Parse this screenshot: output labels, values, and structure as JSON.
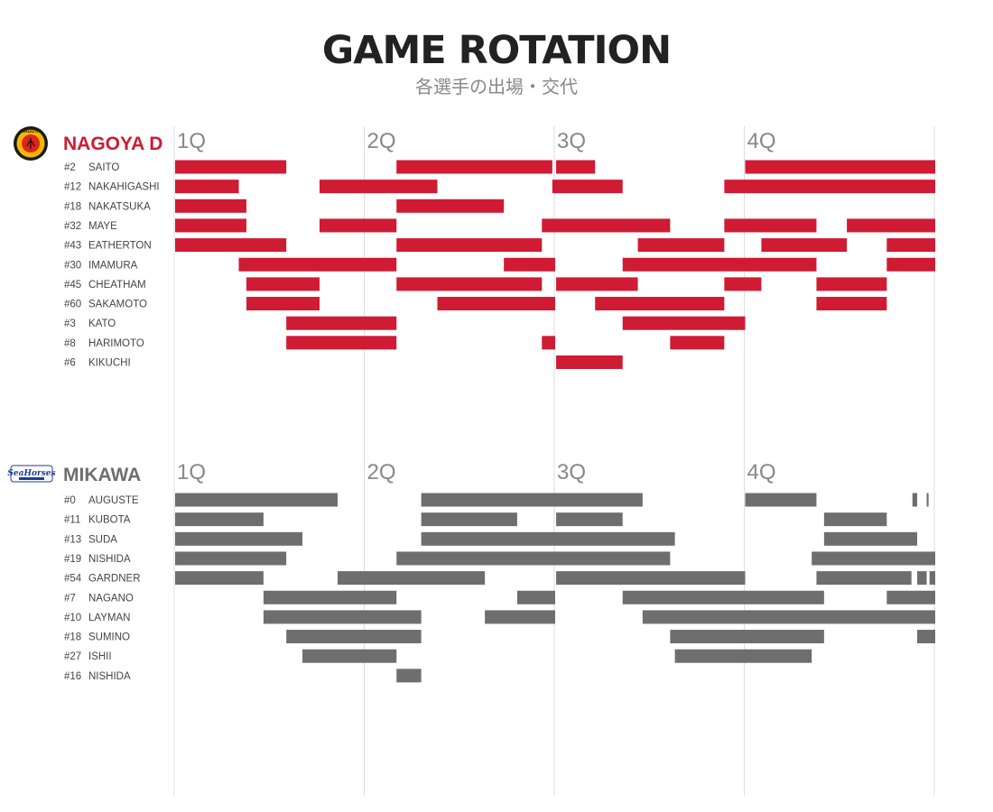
{
  "title": "GAME ROTATION",
  "subtitle": "各選手の出場・交代",
  "colors": {
    "nagoya": "#cf1b33",
    "mikawa": "#6e6e6e",
    "grid": "#dddddd"
  },
  "teams": [
    {
      "name": "NAGOYA D",
      "logo_text": "NAGOYA",
      "logo_icon": "nagoya-diamond-dolphins-logo"
    },
    {
      "name": "MIKAWA",
      "logo_text": "SeaHorses",
      "logo_icon": "seahorses-mikawa-logo"
    }
  ],
  "chart_data": {
    "type": "gantt",
    "x_unit": "game minutes",
    "xlim": [
      0,
      40
    ],
    "quarters": [
      "1Q",
      "2Q",
      "3Q",
      "4Q"
    ],
    "quarter_starts": [
      0,
      10,
      20,
      30
    ],
    "teams": [
      {
        "team": "NAGOYA D",
        "color": "#cf1b33",
        "players": [
          {
            "num": "#2",
            "name": "SAITO",
            "stints": [
              [
                0,
                5.85
              ],
              [
                11.65,
                19.85
              ],
              [
                20.05,
                22.1
              ],
              [
                30,
                40
              ]
            ]
          },
          {
            "num": "#12",
            "name": "NAKAHIGASHI",
            "stints": [
              [
                0,
                3.35
              ],
              [
                7.6,
                13.8
              ],
              [
                19.85,
                23.55
              ],
              [
                28.9,
                40
              ]
            ]
          },
          {
            "num": "#18",
            "name": "NAKATSUKA",
            "stints": [
              [
                0,
                3.75
              ],
              [
                11.65,
                17.3
              ]
            ]
          },
          {
            "num": "#32",
            "name": "MAYE",
            "stints": [
              [
                0,
                3.75
              ],
              [
                7.6,
                11.65
              ],
              [
                19.3,
                26.05
              ],
              [
                28.9,
                33.75
              ],
              [
                35.35,
                40
              ]
            ]
          },
          {
            "num": "#43",
            "name": "EATHERTON",
            "stints": [
              [
                0,
                5.85
              ],
              [
                11.65,
                19.3
              ],
              [
                24.35,
                28.9
              ],
              [
                30.85,
                35.35
              ],
              [
                37.45,
                40
              ]
            ]
          },
          {
            "num": "#30",
            "name": "IMAMURA",
            "stints": [
              [
                3.35,
                11.65
              ],
              [
                17.3,
                20
              ],
              [
                23.55,
                33.75
              ],
              [
                37.45,
                40
              ]
            ]
          },
          {
            "num": "#45",
            "name": "CHEATHAM",
            "stints": [
              [
                3.75,
                7.6
              ],
              [
                11.65,
                19.3
              ],
              [
                20.05,
                24.35
              ],
              [
                28.9,
                30.85
              ],
              [
                33.75,
                37.45
              ]
            ]
          },
          {
            "num": "#60",
            "name": "SAKAMOTO",
            "stints": [
              [
                3.75,
                7.6
              ],
              [
                13.8,
                20
              ],
              [
                22.1,
                28.9
              ],
              [
                33.75,
                37.45
              ]
            ]
          },
          {
            "num": "#3",
            "name": "KATO",
            "stints": [
              [
                5.85,
                11.65
              ],
              [
                23.55,
                30
              ]
            ]
          },
          {
            "num": "#8",
            "name": "HARIMOTO",
            "stints": [
              [
                5.85,
                11.65
              ],
              [
                19.3,
                20
              ],
              [
                26.05,
                28.9
              ]
            ]
          },
          {
            "num": "#6",
            "name": "KIKUCHI",
            "stints": [
              [
                20.05,
                23.55
              ]
            ]
          }
        ]
      },
      {
        "team": "MIKAWA",
        "color": "#6e6e6e",
        "players": [
          {
            "num": "#0",
            "name": "AUGUSTE",
            "stints": [
              [
                0,
                8.55
              ],
              [
                12.95,
                24.6
              ],
              [
                30,
                33.75
              ],
              [
                38.8,
                39.05
              ],
              [
                39.55,
                39.65
              ]
            ]
          },
          {
            "num": "#11",
            "name": "KUBOTA",
            "stints": [
              [
                0,
                4.65
              ],
              [
                12.95,
                18
              ],
              [
                20.05,
                23.55
              ],
              [
                34.15,
                37.45
              ]
            ]
          },
          {
            "num": "#13",
            "name": "SUDA",
            "stints": [
              [
                0,
                6.7
              ],
              [
                12.95,
                26.3
              ],
              [
                34.15,
                39.05
              ]
            ]
          },
          {
            "num": "#19",
            "name": "NISHIDA",
            "stints": [
              [
                0,
                5.85
              ],
              [
                11.65,
                26.05
              ],
              [
                33.5,
                40
              ]
            ]
          },
          {
            "num": "#54",
            "name": "GARDNER",
            "stints": [
              [
                0,
                4.65
              ],
              [
                8.55,
                16.3
              ],
              [
                20.05,
                30
              ],
              [
                33.75,
                38.75
              ],
              [
                39.05,
                39.55
              ],
              [
                39.7,
                40
              ]
            ]
          },
          {
            "num": "#7",
            "name": "NAGANO",
            "stints": [
              [
                4.65,
                11.65
              ],
              [
                18,
                20
              ],
              [
                23.55,
                34.15
              ],
              [
                37.45,
                40
              ]
            ]
          },
          {
            "num": "#10",
            "name": "LAYMAN",
            "stints": [
              [
                4.65,
                12.95
              ],
              [
                16.3,
                20
              ],
              [
                24.6,
                40
              ]
            ]
          },
          {
            "num": "#18",
            "name": "SUMINO",
            "stints": [
              [
                5.85,
                12.95
              ],
              [
                26.05,
                34.15
              ],
              [
                39.05,
                40
              ]
            ]
          },
          {
            "num": "#27",
            "name": "ISHII",
            "stints": [
              [
                6.7,
                11.65
              ],
              [
                26.3,
                33.5
              ]
            ]
          },
          {
            "num": "#16",
            "name": "NISHIDA",
            "stints": [
              [
                11.65,
                12.95
              ]
            ]
          }
        ]
      }
    ]
  }
}
